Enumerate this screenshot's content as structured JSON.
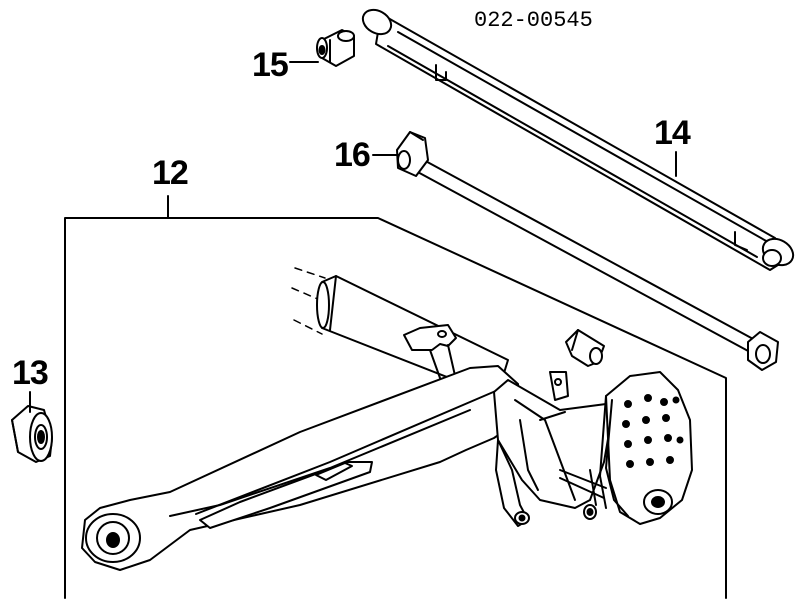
{
  "diagram": {
    "code": "022-00545",
    "callouts": [
      {
        "id": "p12",
        "label": "12"
      },
      {
        "id": "p13",
        "label": "13"
      },
      {
        "id": "p14",
        "label": "14"
      },
      {
        "id": "p15",
        "label": "15"
      },
      {
        "id": "p16",
        "label": "16"
      }
    ]
  }
}
